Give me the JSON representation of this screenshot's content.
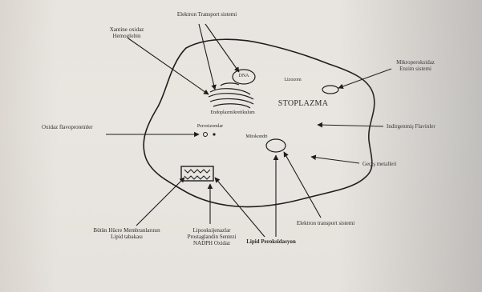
{
  "labels": {
    "electron_transport_top": "Elektron Transport sistemi",
    "xanthine_1": "Xantine oxidaz",
    "xanthine_2": "Hemoglobin",
    "dna": "DNA",
    "er": "Endoplazmikretikulum",
    "microperoxidase_1": "Mikroperoksidaz",
    "microperoxidase_2": "Enzim sistemi",
    "lizozom": "Lizozom",
    "stoplazma": "STOPLAZMA",
    "oxidase": "Oxidaz flavoproteinler",
    "peroxisome": "Peroxizomlar",
    "peroxisome_dots": "O  o",
    "mitochondria": "Mitokondri",
    "flavins": "Indirgenmiş Flavinler",
    "transition_metals": "Geçiş metalleri",
    "membrane_1": "Bütün Hücre Membranlarının",
    "membrane_2": "Lipid tabakası",
    "lipox_1": "Lipooksijenazlar",
    "lipox_2": "Prostaglandin Sentezi",
    "lipox_3": "NADPH Oxidaz",
    "lipid_perox": "Lipid Peroksidasyon",
    "electron_transport_bottom": "Elektron transport sistemi"
  }
}
